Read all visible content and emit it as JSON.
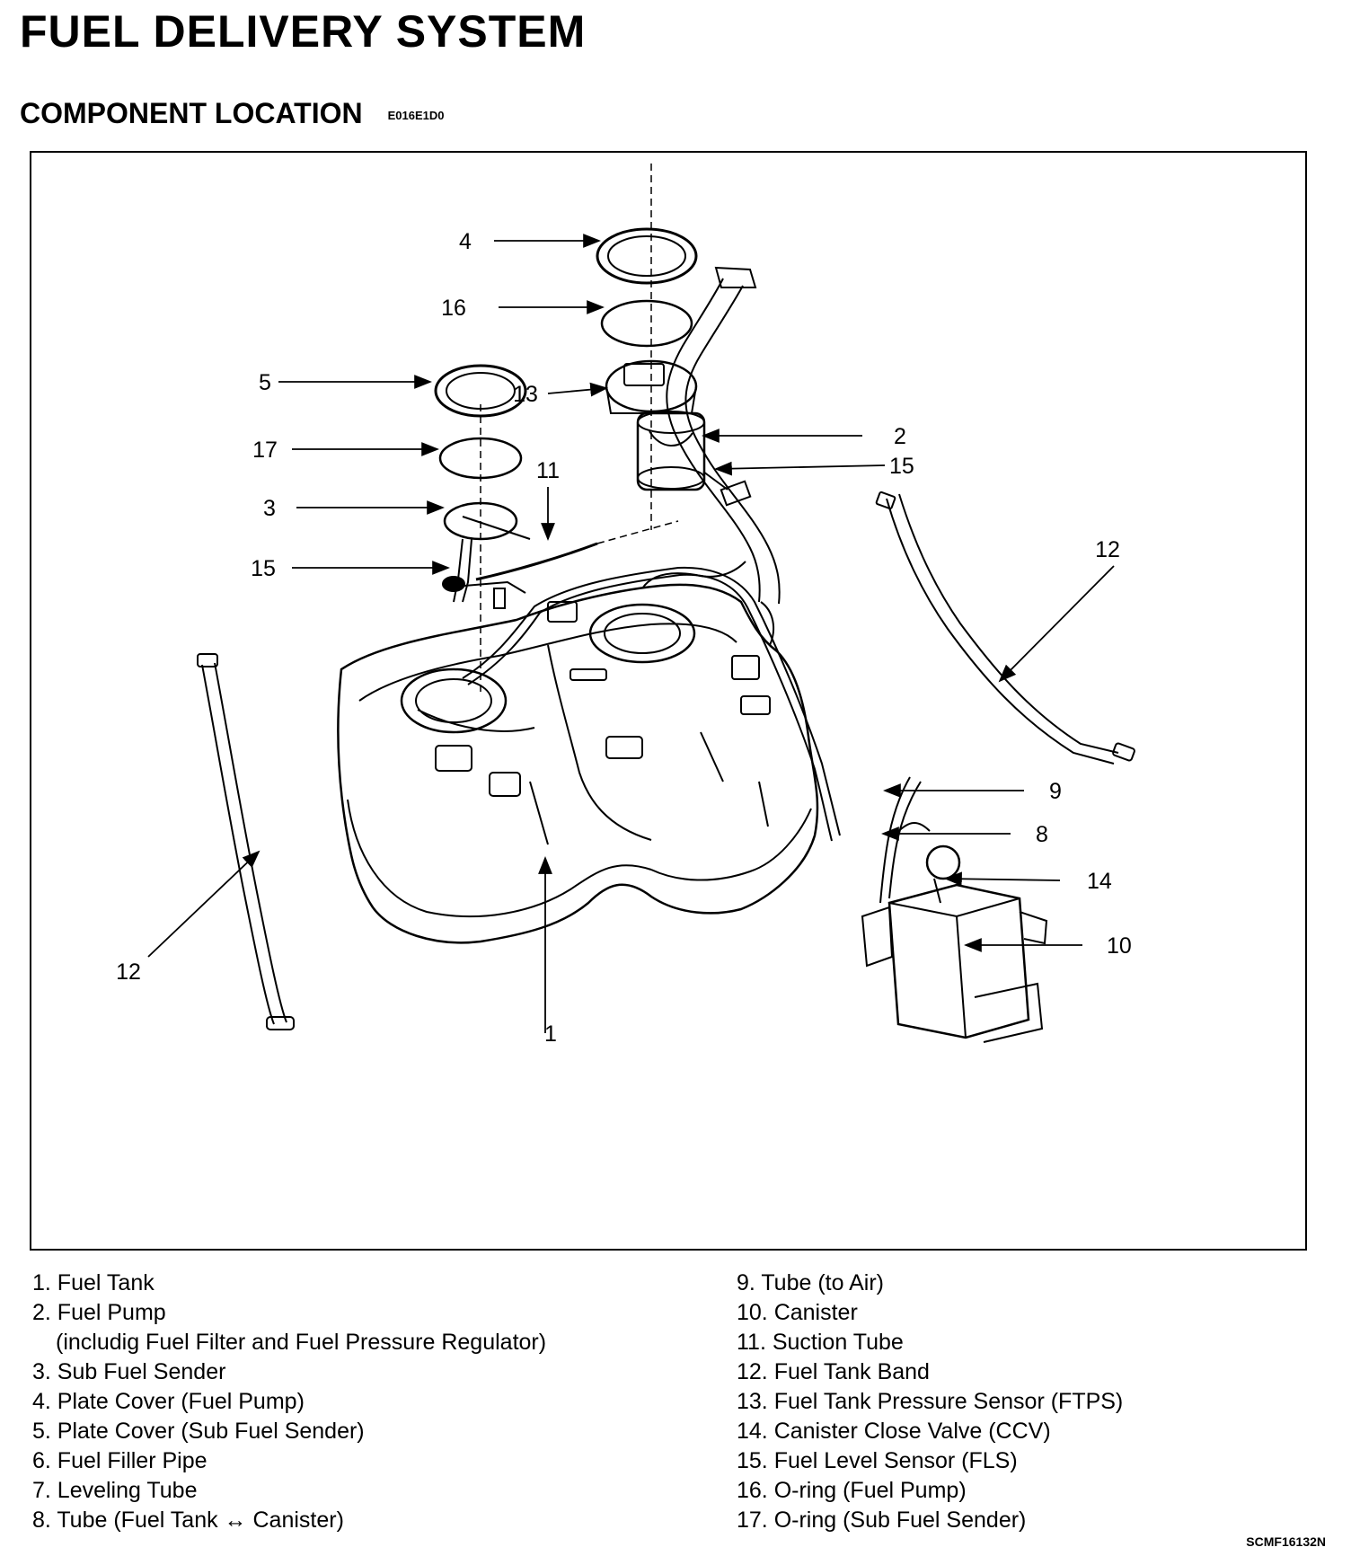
{
  "page": {
    "title": "FUEL DELIVERY SYSTEM",
    "section": "COMPONENT LOCATION",
    "section_code": "E016E1D0",
    "figure_id": "SCMF16132N"
  },
  "callouts": [
    "1",
    "2",
    "3",
    "4",
    "5",
    "8",
    "9",
    "10",
    "11",
    "12",
    "12",
    "13",
    "14",
    "15",
    "15",
    "16",
    "17"
  ],
  "legend_left": [
    {
      "text": "1. Fuel Tank"
    },
    {
      "text": "2. Fuel Pump"
    },
    {
      "text": "(includig Fuel Filter and Fuel Pressure Regulator)",
      "sub": true
    },
    {
      "text": "3. Sub Fuel Sender"
    },
    {
      "text": "4. Plate Cover (Fuel Pump)"
    },
    {
      "text": "5. Plate Cover (Sub Fuel Sender)"
    },
    {
      "text": "6. Fuel Filler Pipe"
    },
    {
      "text": "7. Leveling Tube"
    },
    {
      "text": "8. Tube (Fuel Tank ↔ Canister)"
    }
  ],
  "legend_right": [
    {
      "text": "9. Tube (to Air)"
    },
    {
      "text": "10. Canister"
    },
    {
      "text": "11. Suction Tube"
    },
    {
      "text": "12. Fuel Tank Band"
    },
    {
      "text": "13. Fuel Tank Pressure Sensor (FTPS)"
    },
    {
      "text": "14. Canister Close Valve (CCV)"
    },
    {
      "text": "15. Fuel Level Sensor (FLS)"
    },
    {
      "text": "16. O-ring (Fuel Pump)"
    },
    {
      "text": "17. O-ring (Sub Fuel Sender)"
    }
  ]
}
